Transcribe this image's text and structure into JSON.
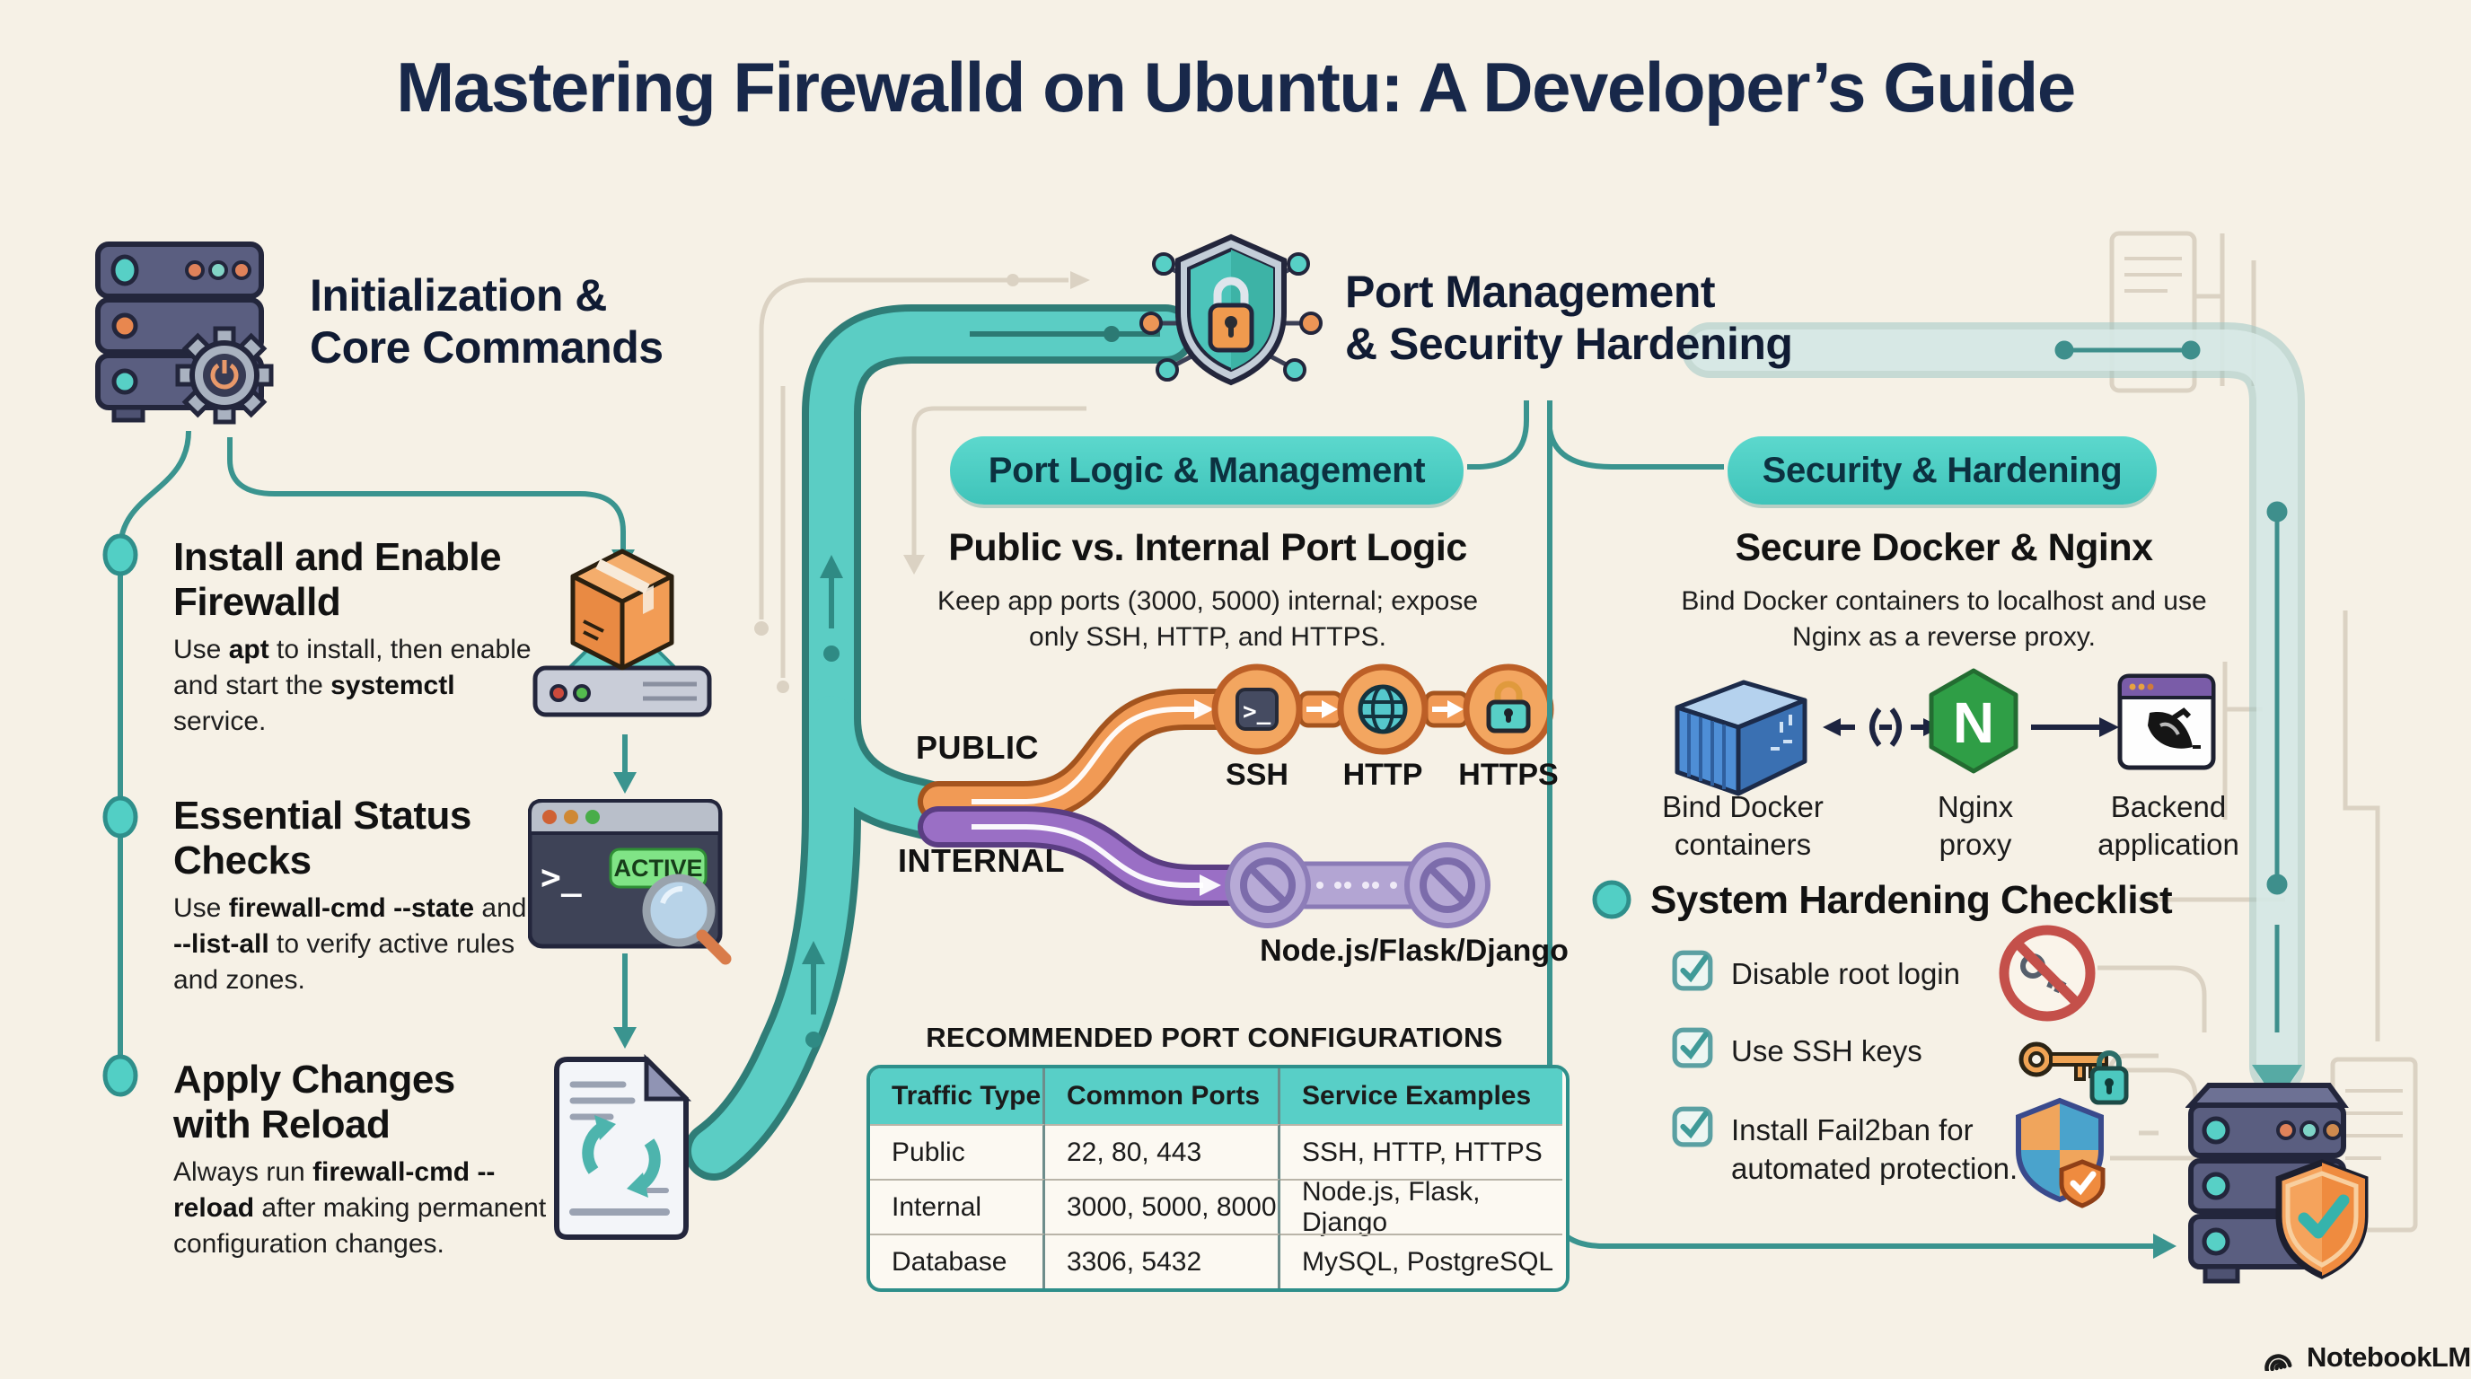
{
  "title": "Mastering Firewalld on Ubuntu: A Developer’s Guide",
  "palette": {
    "background": "#f6f1e6",
    "navy": "#18284a",
    "teal_accent": "#45cec4",
    "teal_pipe": "#5bcdc4",
    "orange_pipe": "#f19a55",
    "purple_pipe": "#9a6fc5",
    "table_header": "#58cfc7",
    "active_badge": "#80e486"
  },
  "icons": {
    "nginx_letter": "N",
    "prompt": ">_"
  },
  "left_section": {
    "header_icon": "server-gear-icon",
    "header_lines": [
      "Initialization &",
      "Core Commands"
    ],
    "steps": [
      {
        "title_lines": [
          "Install and Enable",
          "Firewalld"
        ],
        "body": [
          {
            "t": "Use ",
            "b": false
          },
          {
            "t": "apt",
            "b": true
          },
          {
            "t": " to install, then enable and start the ",
            "b": false
          },
          {
            "t": "systemctl",
            "b": true
          },
          {
            "t": " service.",
            "b": false
          }
        ],
        "icon": "package-install-icon"
      },
      {
        "title_lines": [
          "Essential Status",
          "Checks"
        ],
        "body": [
          {
            "t": "Use ",
            "b": false
          },
          {
            "t": "firewall-cmd --state",
            "b": true
          },
          {
            "t": " and ",
            "b": false
          },
          {
            "t": "--list-all",
            "b": true
          },
          {
            "t": " to verify active rules and zones.",
            "b": false
          }
        ],
        "badge": "ACTIVE",
        "icon": "terminal-active-icon"
      },
      {
        "title_lines": [
          "Apply Changes",
          "with Reload"
        ],
        "body": [
          {
            "t": "Always run ",
            "b": false
          },
          {
            "t": "firewall-cmd --reload",
            "b": true
          },
          {
            "t": " after making permanent configuration changes.",
            "b": false
          }
        ],
        "icon": "reload-document-icon"
      }
    ]
  },
  "center_section": {
    "header_icon": "shield-lock-network-icon",
    "header_lines": [
      "Port Management",
      "& Security Hardening"
    ],
    "pill": "Port Logic & Management",
    "subheading": "Public vs. Internal Port Logic",
    "body_lines": [
      "Keep app ports (3000, 5000) internal; expose",
      "only SSH, HTTP, and HTTPS."
    ],
    "public_label": "PUBLIC",
    "internal_label": "INTERNAL",
    "services": [
      "SSH",
      "HTTP",
      "HTTPS"
    ],
    "internal_stack_label": "Node.js/Flask/Django",
    "table": {
      "title": "RECOMMENDED PORT CONFIGURATIONS",
      "headers": [
        "Traffic Type",
        "Common Ports",
        "Service Examples"
      ],
      "rows": [
        [
          "Public",
          "22, 80, 443",
          "SSH, HTTP, HTTPS"
        ],
        [
          "Internal",
          "3000, 5000, 8000",
          "Node.js, Flask, Django"
        ],
        [
          "Database",
          "3306, 5432",
          "MySQL, PostgreSQL"
        ]
      ]
    }
  },
  "right_section": {
    "pill": "Security & Hardening",
    "subheading": "Secure Docker & Nginx",
    "body_lines": [
      "Bind Docker containers to localhost and use",
      "Nginx as a reverse proxy."
    ],
    "flow": [
      {
        "icon": "docker-container-icon",
        "label_lines": [
          "Bind Docker",
          "containers"
        ]
      },
      {
        "icon": "nginx-icon",
        "label_lines": [
          "Nginx",
          "proxy"
        ]
      },
      {
        "icon": "backend-app-icon",
        "label_lines": [
          "Backend",
          "application"
        ]
      }
    ],
    "checklist": {
      "title": "System Hardening Checklist",
      "items": [
        {
          "label_lines": [
            "Disable root login"
          ],
          "icon": "no-root-login-icon"
        },
        {
          "label_lines": [
            "Use SSH keys"
          ],
          "icon": "ssh-key-icon"
        },
        {
          "label_lines": [
            "Install Fail2ban for",
            "automated protection."
          ],
          "icon": "fail2ban-shield-icon"
        }
      ]
    }
  },
  "footer": {
    "brand": "NotebookLM"
  }
}
